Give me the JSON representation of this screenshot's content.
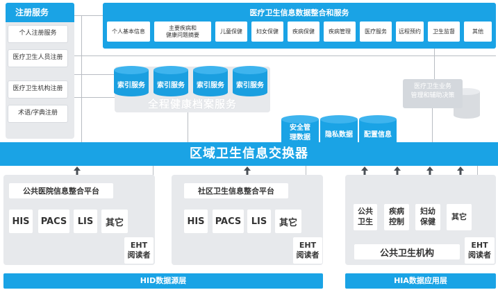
{
  "registry": {
    "title": "注册服务",
    "items": [
      "个人注册服务",
      "医疗卫生人员注册",
      "医疗卫生机构注册",
      "术语/字典注册"
    ]
  },
  "integration": {
    "title": "医疗卫生信息数据整合和服务",
    "items": [
      {
        "line1": "个人基本信息",
        "line2": ""
      },
      {
        "line1": "主要疾病和",
        "line2": "健康问题摘要"
      },
      {
        "line1": "儿童保健",
        "line2": ""
      },
      {
        "line1": "妇女保健",
        "line2": ""
      },
      {
        "line1": "疾病保健",
        "line2": ""
      },
      {
        "line1": "疾病管理",
        "line2": ""
      },
      {
        "line1": "医疗服务",
        "line2": ""
      },
      {
        "line1": "远程预约",
        "line2": ""
      },
      {
        "line1": "卫生监督",
        "line2": ""
      },
      {
        "line1": "其他",
        "line2": ""
      }
    ]
  },
  "archive": {
    "title": "全程健康档案服务",
    "index_labels": [
      "索引服务",
      "索引服务",
      "索引服务",
      "索引服务"
    ]
  },
  "management": {
    "line1": "医疗卫生业务",
    "line2": "管理和辅助决策"
  },
  "exchange": {
    "title": "区域卫生信息交换器",
    "security": [
      {
        "line1": "安全管",
        "line2": "理数据"
      },
      {
        "line1": "隐私数据",
        "line2": ""
      },
      {
        "line1": "配置信息",
        "line2": ""
      }
    ]
  },
  "hospital": {
    "title": "公共医院信息整合平台",
    "systems": [
      "HIS",
      "PACS",
      "LIS",
      "其它"
    ],
    "eht_line1": "EHT",
    "eht_line2": "阅读者"
  },
  "community": {
    "title": "社区卫生信息整合平台",
    "systems": [
      "HIS",
      "PACS",
      "LIS",
      "其它"
    ],
    "eht_line1": "EHT",
    "eht_line2": "阅读者"
  },
  "public_health": {
    "items": [
      {
        "line1": "公共",
        "line2": "卫生"
      },
      {
        "line1": "疾病",
        "line2": "控制"
      },
      {
        "line1": "妇幼",
        "line2": "保健"
      },
      {
        "line1": "其它",
        "line2": ""
      }
    ],
    "org_label": "公共卫生机构",
    "eht_line1": "EHT",
    "eht_line2": "阅读者"
  },
  "layers": {
    "source": "HID数据源层",
    "application": "HIA数据应用层"
  },
  "colors": {
    "primary_blue": "#1aa3e5",
    "panel_grey": "#e7e9ec",
    "cylinder_blue": "#1a9fe0",
    "cylinder_grey": "#d9dce0"
  }
}
